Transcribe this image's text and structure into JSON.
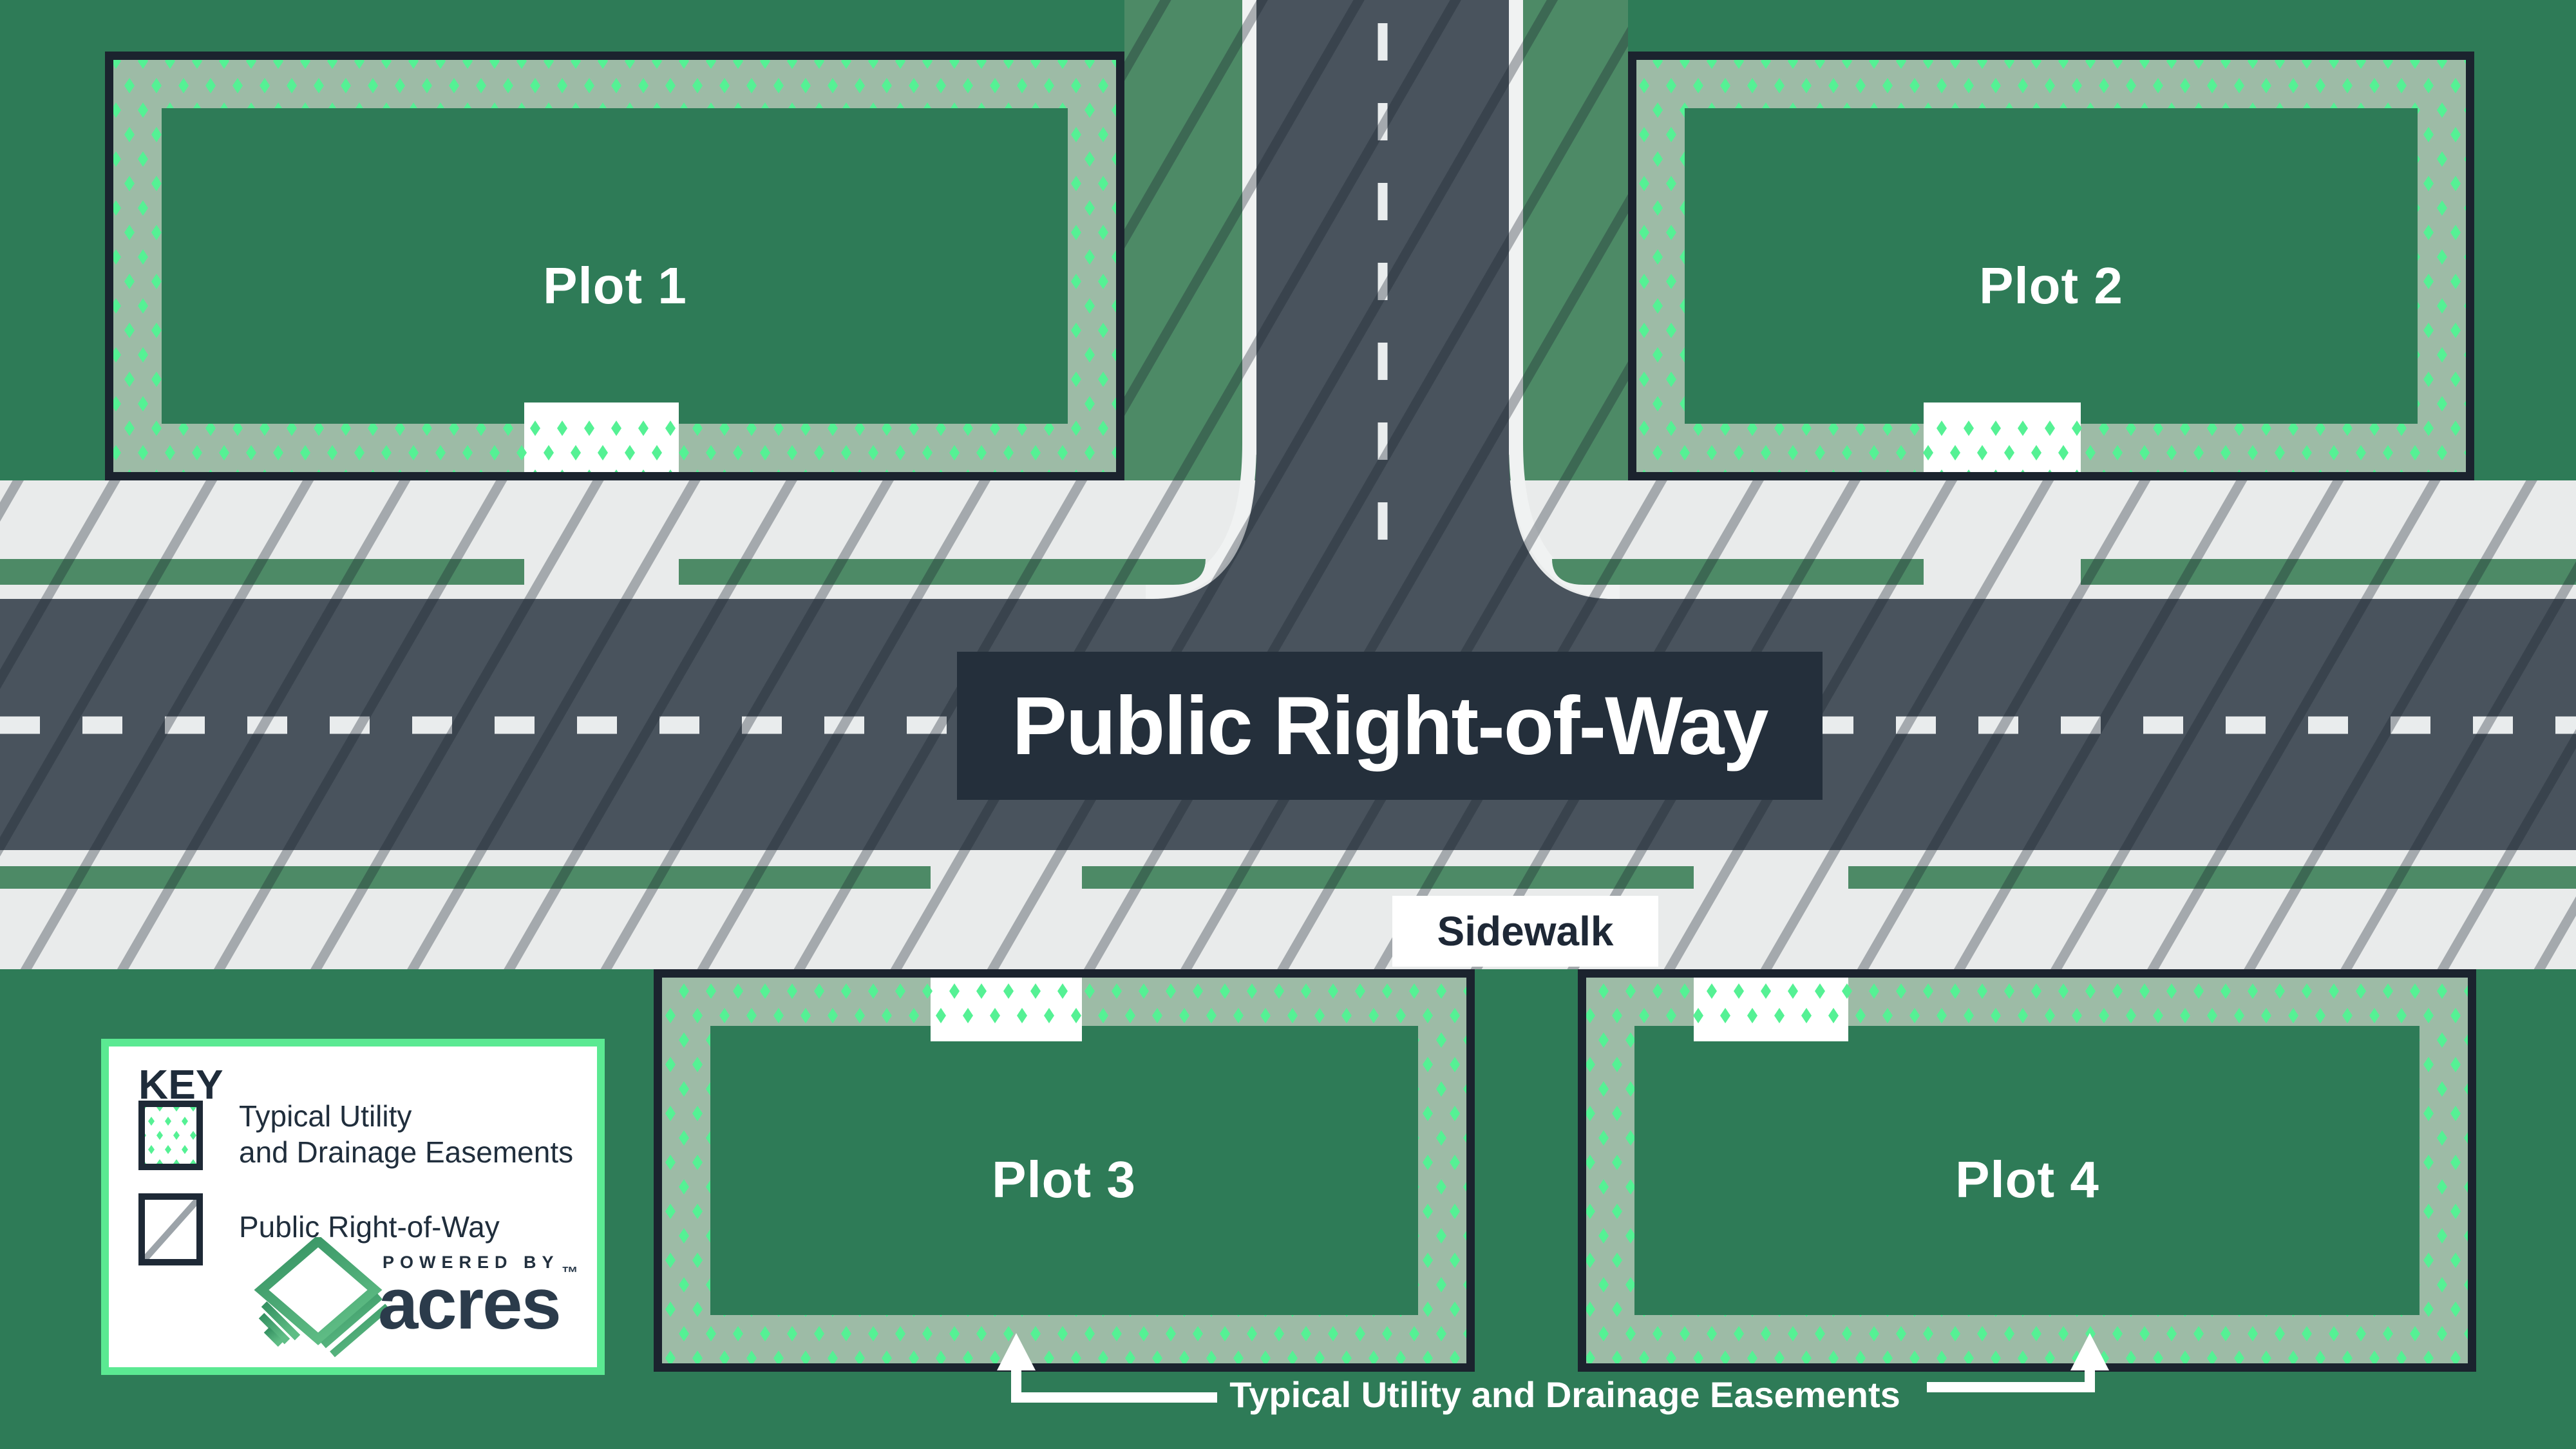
{
  "diagram": {
    "plots": [
      {
        "label": "Plot 1"
      },
      {
        "label": "Plot 2"
      },
      {
        "label": "Plot 3"
      },
      {
        "label": "Plot 4"
      }
    ],
    "road_label": "Public Right-of-Way",
    "sidewalk_label": "Sidewalk",
    "easement_callout": "Typical Utility and Drainage Easements"
  },
  "key": {
    "title": "KEY",
    "items": [
      {
        "label_line1": "Typical Utility",
        "label_line2": "and Drainage Easements"
      },
      {
        "label": "Public Right-of-Way"
      }
    ],
    "logo": {
      "powered_by": "POWERED BY",
      "brand": "acres",
      "trademark": "™"
    }
  },
  "colors": {
    "background_green": "#2E7B57",
    "right_of_way_green": "#4D8A66",
    "road_gray": "#49535D",
    "sidewalk_gray": "#E9EBEB",
    "easement_sage": "#9DBBA6",
    "easement_dot_mint": "#55F194",
    "plot_border_navy": "#1B232E",
    "label_box_navy": "#242F3B",
    "key_border_mint": "#5BE992",
    "white": "#FFFFFF"
  }
}
